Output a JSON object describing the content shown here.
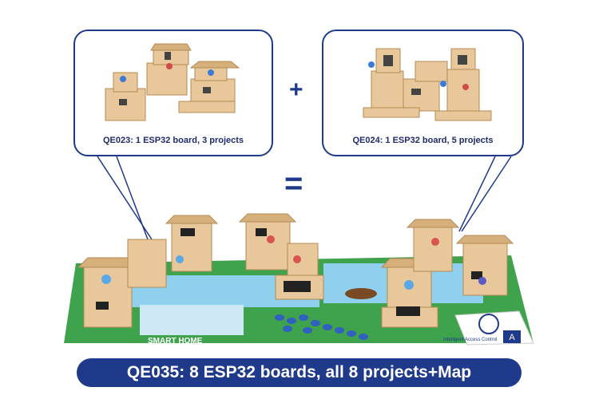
{
  "left_callout": {
    "caption": "QE023: 1 ESP32 board, 3 projects"
  },
  "right_callout": {
    "caption": "QE024: 1 ESP32 board, 5 projects"
  },
  "plus_symbol": "+",
  "equals_symbol": "=",
  "banner_text": "QE035: 8 ESP32 boards, all 8 projects+Map",
  "map_labels": {
    "smart_home": "SMART HOME",
    "access_control": "Intelligent Access Control",
    "map_badge": "A"
  },
  "colors": {
    "navy": "#1f3a8a",
    "wood": "#e8c89a",
    "map_green": "#3fa34d",
    "map_blue": "#8fd0ef"
  }
}
